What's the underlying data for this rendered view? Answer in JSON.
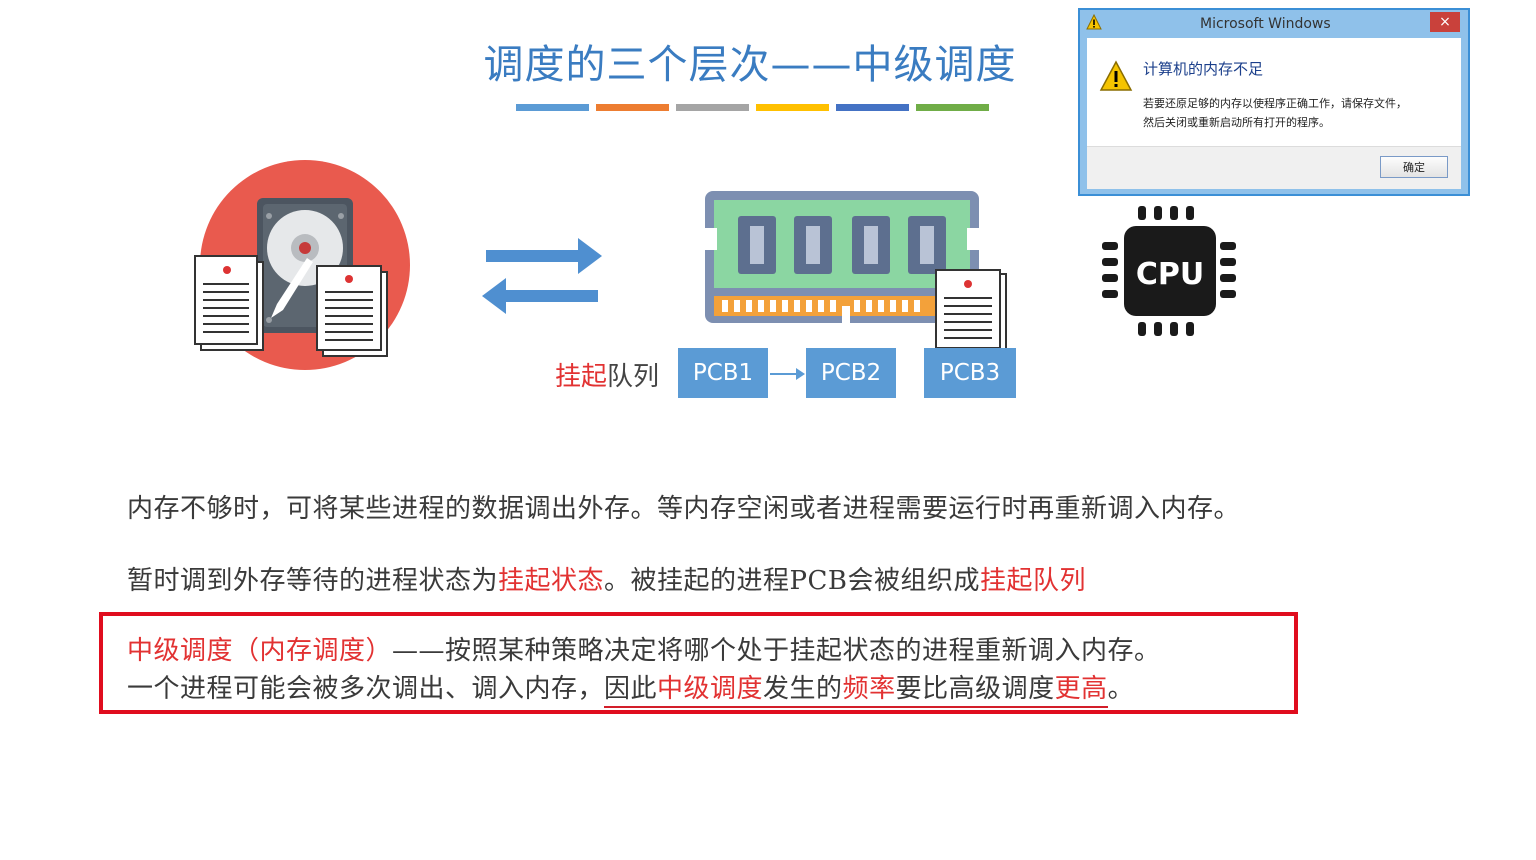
{
  "title": "调度的三个层次——中级调度",
  "colors": {
    "bars": [
      "#5b9bd5",
      "#ed7d31",
      "#a5a5a5",
      "#ffc000",
      "#4472c4",
      "#70ad47"
    ],
    "accent_blue": "#5b9bd5",
    "highlight_red": "#e23232",
    "box_red": "#e00d1e"
  },
  "diagram": {
    "queue_label_red": "挂起",
    "queue_label_rest": "队列",
    "pcbs": [
      "PCB1",
      "PCB2",
      "PCB3"
    ],
    "cpu_label": "CPU",
    "icons": [
      "hard-disk-icon",
      "document-icon",
      "swap-arrows-icon",
      "memory-stick-icon",
      "cpu-icon"
    ]
  },
  "dialog": {
    "title": "Microsoft Windows",
    "heading": "计算机的内存不足",
    "message_line1": "若要还原足够的内存以使程序正确工作，请保存文件，",
    "message_line2": "然后关闭或重新启动所有打开的程序。",
    "ok_label": "确定",
    "close_symbol": "×"
  },
  "text": {
    "line1": "内存不够时，可将某些进程的数据调出外存。等内存空闲或者进程需要运行时再重新调入内存。",
    "line2_a": "暂时调到外存等待的进程状态为",
    "line2_b": "挂起状态",
    "line2_c": "。被挂起的进程PCB会被组织成",
    "line2_d": "挂起队列",
    "line3_a": "中级调度（内存调度）",
    "line3_b": "——按照某种策略决定将哪个处于挂起状态的进程重新调入内存。",
    "line4_a": "一个进程可能会被多次调出、调入内存，",
    "line4_b": "因此",
    "line4_c": "中级调度",
    "line4_d": "发生的",
    "line4_e": "频率",
    "line4_f": "要比高级调度",
    "line4_g": "更高",
    "line4_h": "。"
  }
}
